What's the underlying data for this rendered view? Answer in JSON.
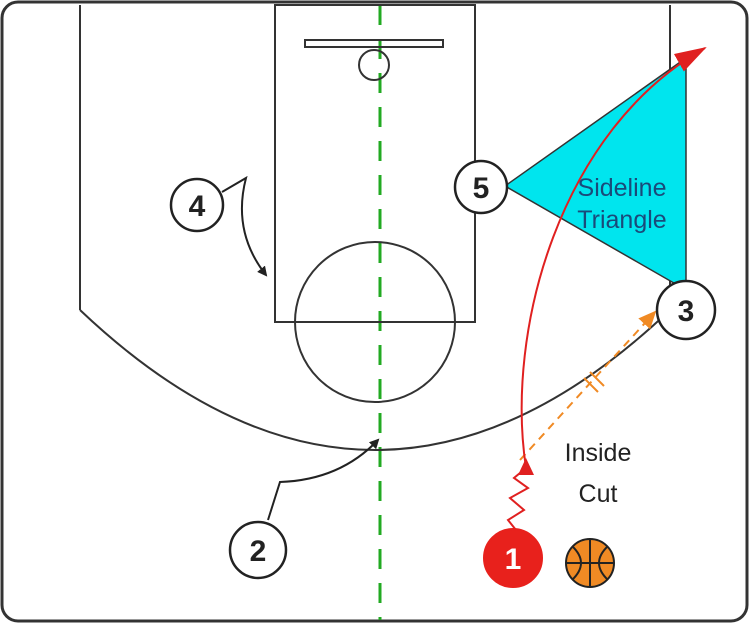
{
  "players": {
    "p1": {
      "label": "1",
      "fill": "#e8211c",
      "text_color": "#ffffff"
    },
    "p2": {
      "label": "2"
    },
    "p3": {
      "label": "3"
    },
    "p4": {
      "label": "4"
    },
    "p5": {
      "label": "5"
    }
  },
  "annotations": {
    "triangle_line1": "Sideline",
    "triangle_line2": "Triangle",
    "cut_line1": "Inside",
    "cut_line2": "Cut"
  },
  "colors": {
    "court_lines": "#333333",
    "center_line": "#22aa22",
    "triangle_fill": "#00e5ee",
    "cut_arrow": "#e02020",
    "pass_arrow": "#f08a24",
    "ball": "#f08a24",
    "player_outline": "#222222"
  },
  "icons": {
    "ball": "basketball-icon"
  }
}
